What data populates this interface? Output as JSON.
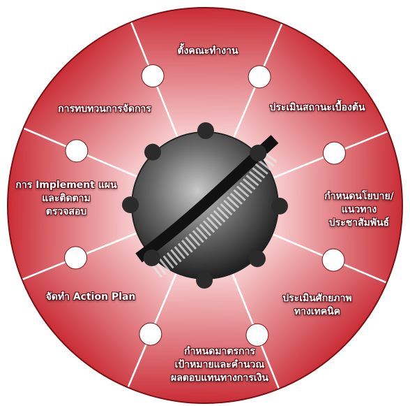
{
  "diagram": {
    "colors": {
      "segment_dark": "#c8262f",
      "segment_light": "#f7c9cb",
      "outline": "#7a1014",
      "hub_bg": "#3b3b3b"
    },
    "segments": [
      {
        "label": "ตั้งคณะทำงาน"
      },
      {
        "label": "ประเมินสถานะเบื้องต้น"
      },
      {
        "label": "กำหนดนโยบาย/\nแนวทาง\nประชาสัมพันธ์"
      },
      {
        "label": "ประเมินศักยภาพ\nทางเทคนิค"
      },
      {
        "label": "กำหนดมาตรการ\nเป้าหมายและคำนวณ\nผลตอบแทนทางการเงิน"
      },
      {
        "label": "จัดทำ Action Plan"
      },
      {
        "label": "การ Implement แผน\nและติดตาม\nตรวจสอบ"
      },
      {
        "label": "การทบทวนการจัดการ"
      }
    ],
    "center_image": "water-outflow-photo"
  }
}
